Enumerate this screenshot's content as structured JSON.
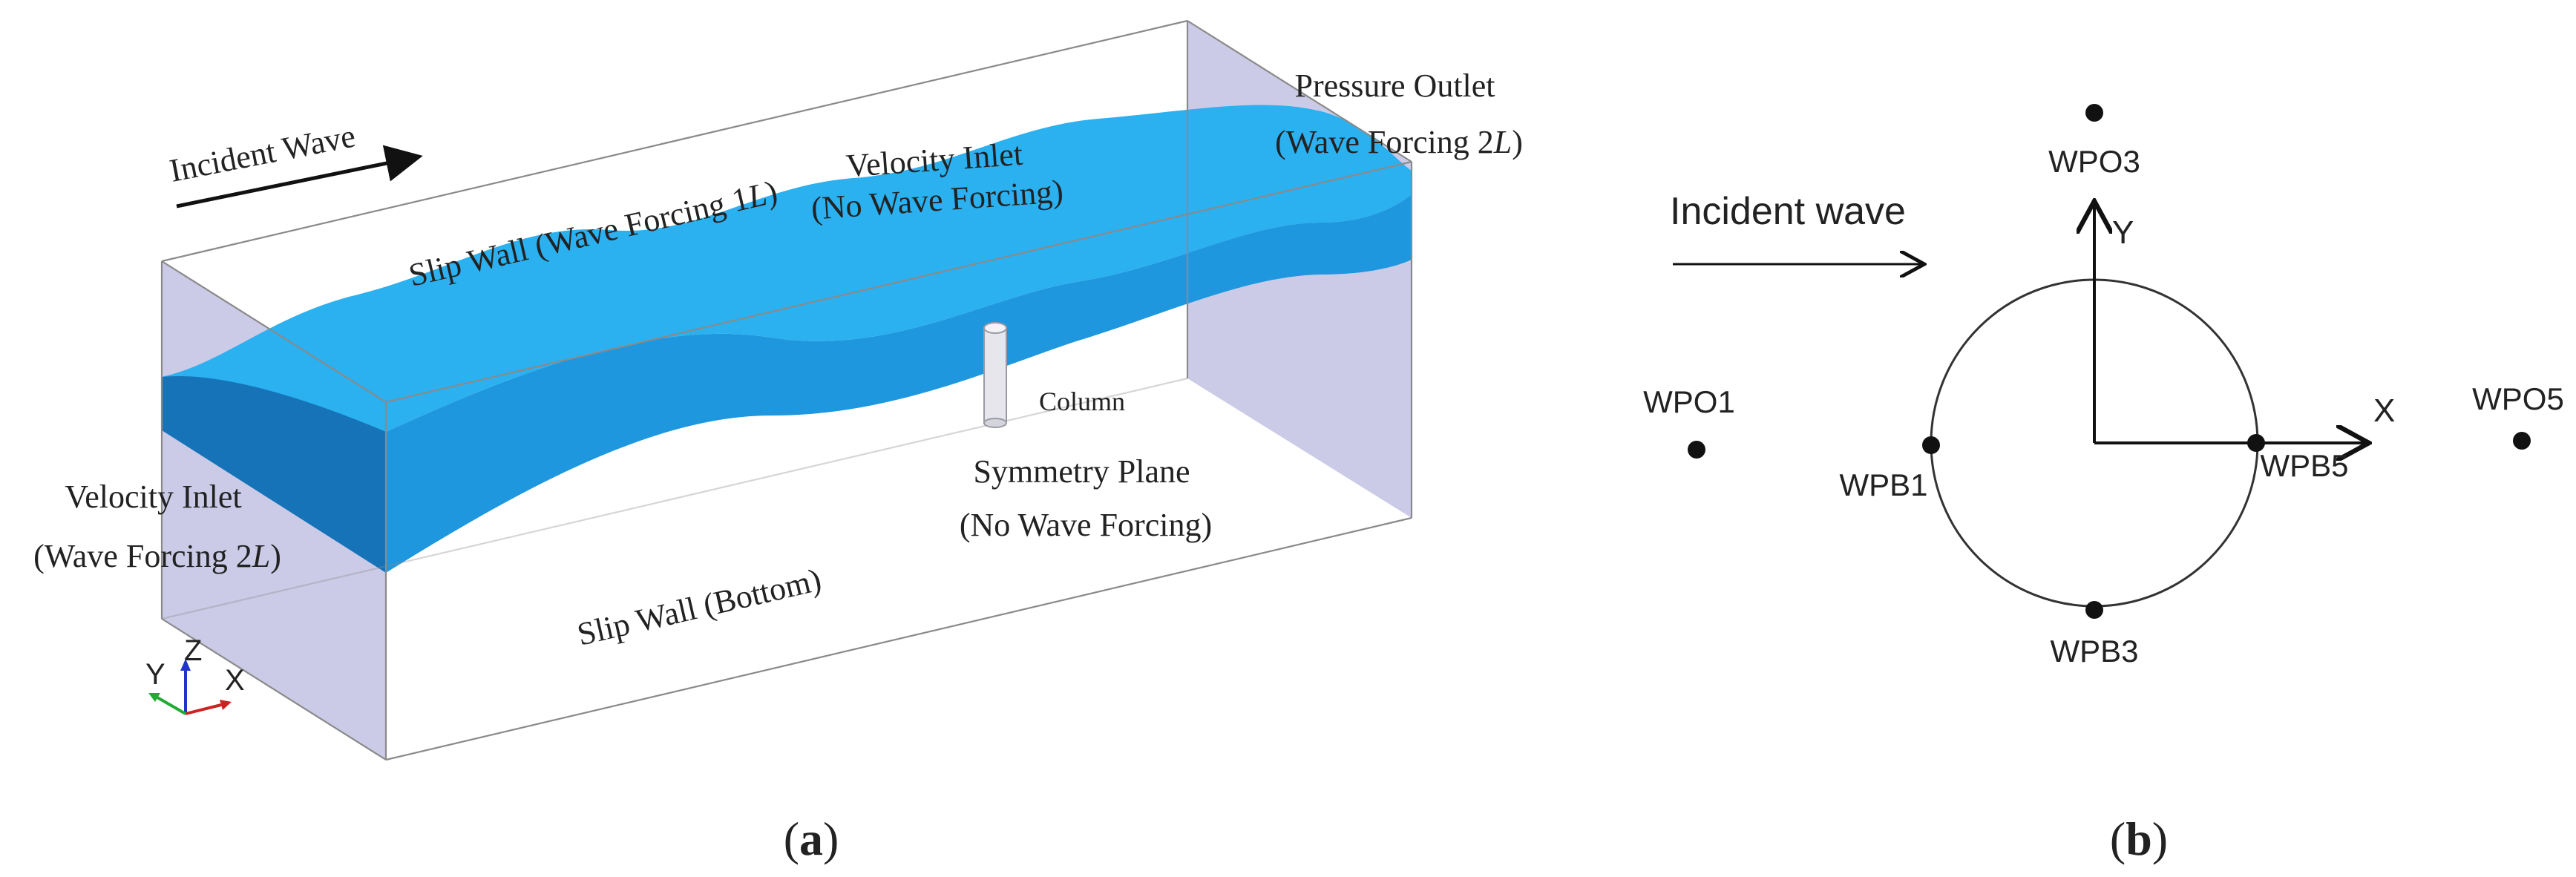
{
  "panel_a": {
    "incident_wave": "Incident Wave",
    "slip_wall_top_pre": "Slip Wall (Wave Forcing 1",
    "slip_wall_top_var": "L",
    "slip_wall_top_post": ")",
    "velocity_inlet_side_line1": "Velocity Inlet",
    "velocity_inlet_side_line2": "(No Wave Forcing)",
    "pressure_outlet_line1": "Pressure Outlet",
    "pressure_outlet_line2_pre": "(Wave Forcing 2",
    "pressure_outlet_line2_var": "L",
    "pressure_outlet_line2_post": ")",
    "column_label": "Column",
    "symmetry_line1": "Symmetry Plane",
    "symmetry_line2": "(No Wave Forcing)",
    "velocity_inlet_left_line1": "Velocity Inlet",
    "velocity_inlet_left_line2_pre": "(Wave Forcing 2",
    "velocity_inlet_left_line2_var": "L",
    "velocity_inlet_left_line2_post": ")",
    "slip_wall_bottom": "Slip Wall (Bottom)",
    "axis_x": "X",
    "axis_y": "Y",
    "axis_z": "Z",
    "caption_open": "(",
    "caption_letter": "a",
    "caption_close": ")",
    "colors": {
      "water": "#29a9ec",
      "water_dark": "#1d86c8",
      "end_face": "#c8c8e6",
      "edge": "#8a8a8a"
    }
  },
  "panel_b": {
    "incident_wave": "Incident wave",
    "axis_x": "X",
    "axis_y": "Y",
    "probes": {
      "wpo1": "WPO1",
      "wpo3": "WPO3",
      "wpo5": "WPO5",
      "wpb1": "WPB1",
      "wpb3": "WPB3",
      "wpb5": "WPB5"
    },
    "caption_open": "(",
    "caption_letter": "b",
    "caption_close": ")"
  }
}
